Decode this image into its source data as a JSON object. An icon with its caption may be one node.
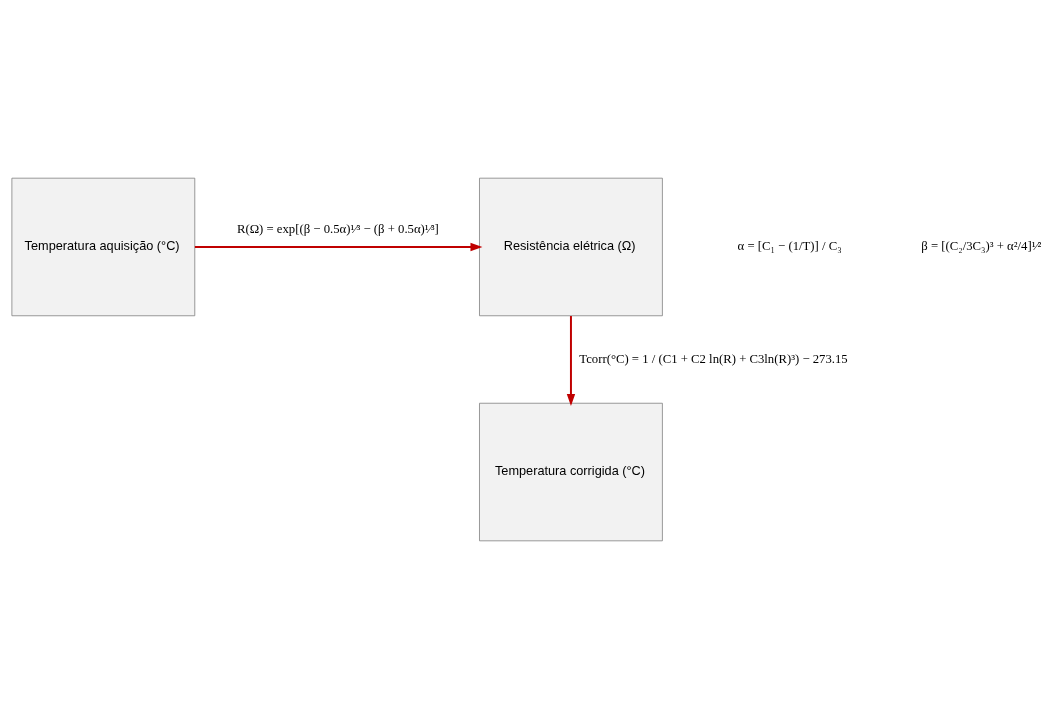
{
  "diagram": {
    "nodes": [
      {
        "text": [
          "Temperatura aquisição (°C)"
        ]
      },
      {
        "text": [
          "Resistência elétrica (Ω)"
        ]
      },
      {
        "text": [
          "Temperatura corrigida (°C)"
        ]
      }
    ],
    "edges": [
      {
        "from": 0,
        "to": 1,
        "arrow": "to",
        "label": "R(Ω) = exp[(β − 0.5α)¹⁄³ − (β + 0.5α)¹⁄³]"
      },
      {
        "from": 1,
        "to": 2,
        "arrow": "to",
        "label": "Tcorr(°C) = 1 / (C1 + C2 ln(R) + C3ln(R)³) − 273.15"
      }
    ],
    "labels": [
      "α = [C₁ − (1/T)] / C₃",
      "β = [(C₂/3C₃)³ + α²/4]¹⁄²"
    ]
  }
}
